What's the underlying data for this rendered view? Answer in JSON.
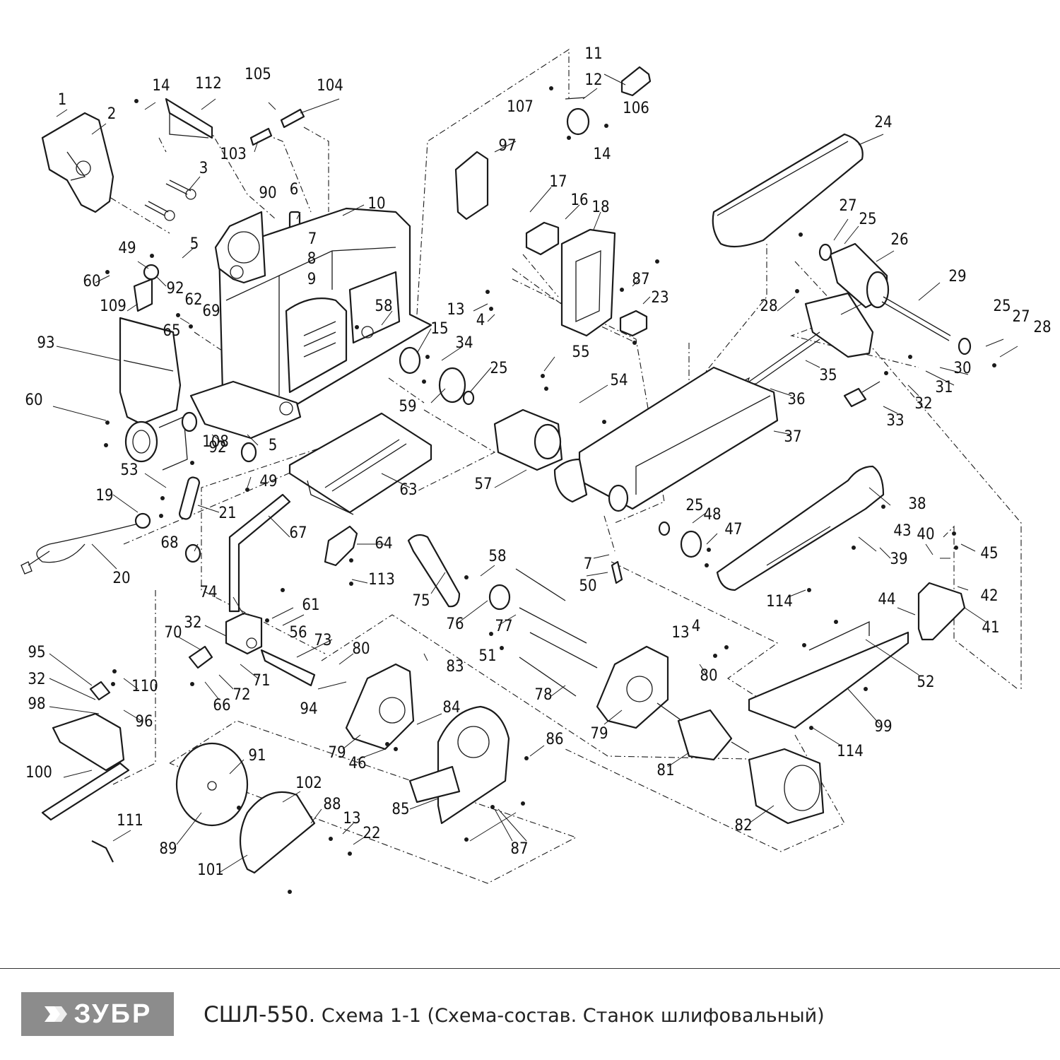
{
  "drawing": {
    "part_numbers": [
      "1",
      "2",
      "3",
      "4",
      "5",
      "6",
      "7",
      "8",
      "9",
      "10",
      "11",
      "12",
      "13",
      "14",
      "15",
      "16",
      "17",
      "18",
      "19",
      "20",
      "21",
      "22",
      "23",
      "24",
      "25",
      "26",
      "27",
      "28",
      "29",
      "30",
      "31",
      "32",
      "33",
      "34",
      "35",
      "36",
      "37",
      "38",
      "39",
      "40",
      "41",
      "42",
      "43",
      "44",
      "45",
      "46",
      "47",
      "48",
      "49",
      "50",
      "51",
      "52",
      "53",
      "54",
      "55",
      "56",
      "57",
      "58",
      "59",
      "60",
      "61",
      "62",
      "63",
      "64",
      "65",
      "66",
      "67",
      "68",
      "69",
      "70",
      "71",
      "72",
      "73",
      "74",
      "75",
      "76",
      "77",
      "78",
      "79",
      "80",
      "81",
      "82",
      "83",
      "84",
      "85",
      "86",
      "87",
      "88",
      "89",
      "90",
      "91",
      "92",
      "93",
      "94",
      "95",
      "96",
      "97",
      "98",
      "99",
      "100",
      "101",
      "102",
      "103",
      "104",
      "105",
      "106",
      "107",
      "108",
      "109",
      "110",
      "111",
      "112",
      "113",
      "114"
    ]
  },
  "footer": {
    "brand": "ЗУБР",
    "model": "СШЛ-550.",
    "caption": "Схема 1-1 (Схема-состав. Станок шлифовальный)"
  }
}
